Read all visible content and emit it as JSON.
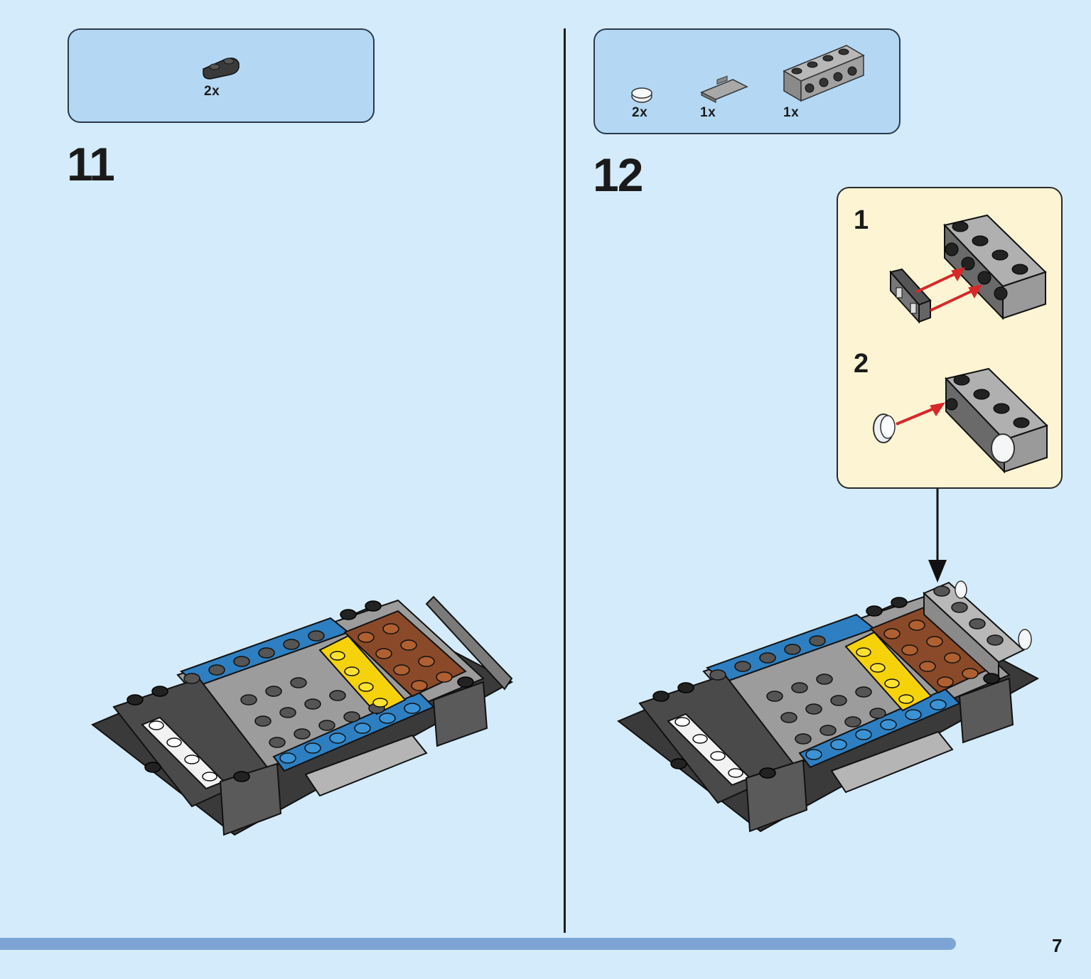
{
  "steps": [
    {
      "number": "11",
      "parts": [
        {
          "qty": "2x",
          "icon": "dark-gray-plate-1x2-icon",
          "color": "#3c3c3c"
        }
      ]
    },
    {
      "number": "12",
      "parts": [
        {
          "qty": "2x",
          "icon": "trans-clear-round-tile-icon",
          "color": "#e8eef2"
        },
        {
          "qty": "1x",
          "icon": "gray-tile-with-clip-icon",
          "color": "#9a9a9a"
        },
        {
          "qty": "1x",
          "icon": "gray-brick-with-studs-on-side-icon",
          "color": "#a0a0a0"
        }
      ],
      "callout": {
        "substeps": [
          "1",
          "2"
        ]
      }
    }
  ],
  "page": {
    "number": "7",
    "progress_fraction": 0.936
  },
  "colors": {
    "background": "#d4ebfb",
    "parts_box": "#b4d8f4",
    "callout": "#fdf4d3",
    "blue_brick": "#2d7fc1",
    "brown_brick": "#8a4a2a",
    "yellow_brick": "#f5d20a",
    "light_gray_brick": "#9c9c9c",
    "dark_gray_brick": "#4a4a4a",
    "arrow_red": "#d62828"
  }
}
